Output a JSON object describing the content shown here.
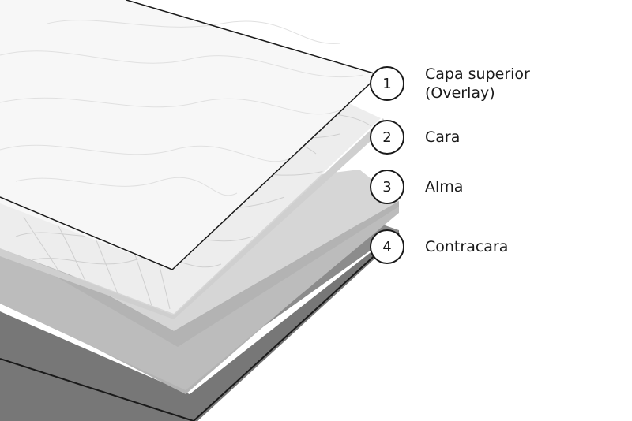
{
  "colors": {
    "background": "#ffffff",
    "overlay_fill": "#f7f7f7",
    "face_fill": "#ededed",
    "grain_line": "#cfcfcf",
    "core_top": "#d6d6d6",
    "core_edge": "#b3b3b3",
    "backing_top": "#8c8c8c",
    "backing_edge": "#6b6b6b",
    "outline": "#1a1a1a"
  },
  "layers": [
    {
      "number": "1",
      "label_lines": [
        "Capa superior",
        "(Overlay)"
      ],
      "icon": "numbered-circle"
    },
    {
      "number": "2",
      "label_lines": [
        "Cara"
      ],
      "icon": "numbered-circle"
    },
    {
      "number": "3",
      "label_lines": [
        "Alma"
      ],
      "icon": "numbered-circle"
    },
    {
      "number": "4",
      "label_lines": [
        "Contracara"
      ],
      "icon": "numbered-circle"
    }
  ]
}
